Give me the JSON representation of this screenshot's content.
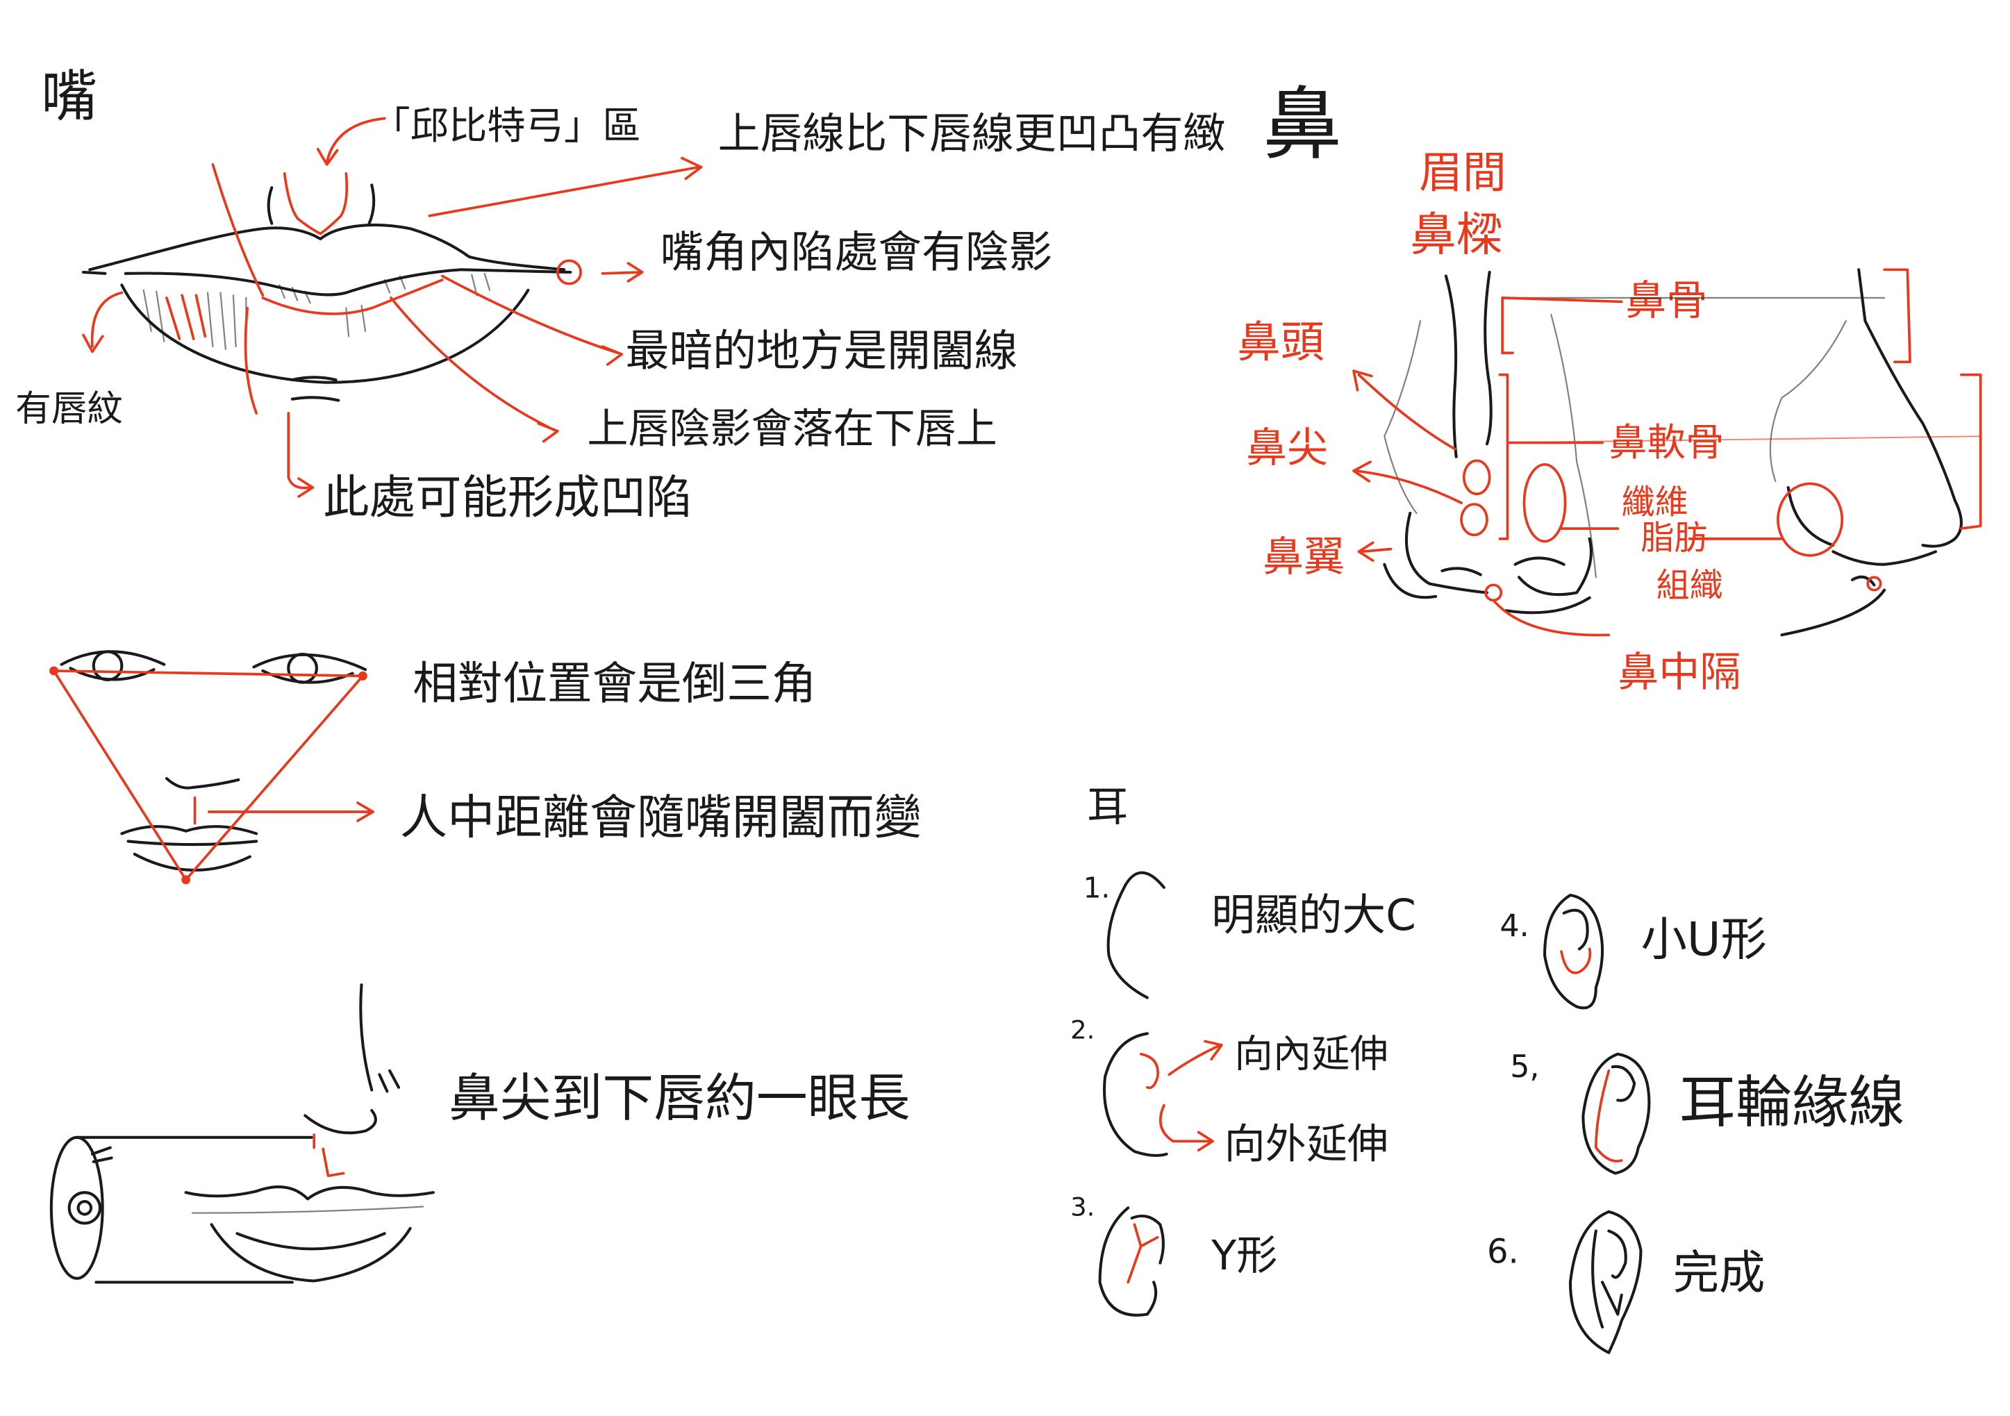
{
  "colors": {
    "ink": "#1a1a1a",
    "annotation": "#e8391d",
    "paper": "#ffffff"
  },
  "mouth": {
    "title": "嘴",
    "cupid_bow": "「邱比特弓」區",
    "upper_lip_line": "上唇線比下唇線更凹凸有緻",
    "corner_shadow": "嘴角內陷處會有陰影",
    "darkest_line": "最暗的地方是開闔線",
    "upper_lip_shadow": "上唇陰影會落在下唇上",
    "possible_dent": "此處可能形成凹陷",
    "lip_lines": "有唇紋"
  },
  "proportions": {
    "triangle_note": "相對位置會是倒三角",
    "philtrum_note": "人中距離會隨嘴開闔而變",
    "nose_to_lip_note": "鼻尖到下唇約一眼長"
  },
  "nose": {
    "title": "鼻",
    "labels": {
      "glabella": "眉間",
      "bridge": "鼻樑",
      "nasal_bone": "鼻骨",
      "nose_head": "鼻頭",
      "nose_tip": "鼻尖",
      "nose_wing": "鼻翼",
      "cartilage": "鼻軟骨",
      "fibro_1": "纖維",
      "fibro_2": "脂肪",
      "fibro_3": "組織",
      "septum": "鼻中隔"
    }
  },
  "ear": {
    "title": "耳",
    "steps": [
      {
        "number": "1.",
        "label": "明顯的大C"
      },
      {
        "number": "2.",
        "label": "向內延伸",
        "label2": "向外延伸"
      },
      {
        "number": "3.",
        "label": "Y形"
      },
      {
        "number": "4.",
        "label": "小U形"
      },
      {
        "number": "5,",
        "label": "耳輪緣線"
      },
      {
        "number": "6.",
        "label": "完成"
      }
    ]
  }
}
